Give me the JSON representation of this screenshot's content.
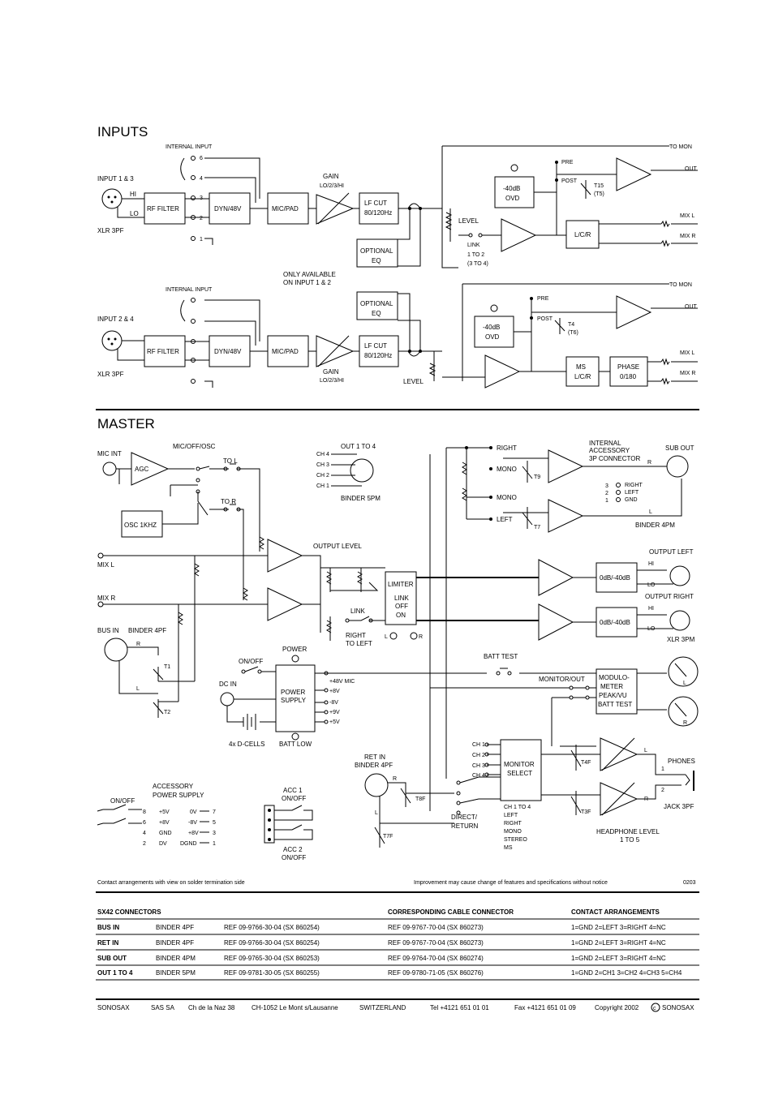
{
  "headings": {
    "inputs": "INPUTS",
    "master": "MASTER"
  },
  "inputs_section": {
    "internal_input_1": "INTERNAL INPUT",
    "internal_input_2": "INTERNAL INPUT",
    "input_1_3": "INPUT 1 & 3",
    "input_2_4": "INPUT 2 & 4",
    "xlr_1": "XLR 3PF",
    "xlr_2": "XLR 3PF",
    "hi": "HI",
    "lo": "LO",
    "pin_6": "6",
    "pin_4": "4",
    "pin_3": "3",
    "pin_2": "2",
    "pin_1": "1",
    "rf_filter": "RF FILTER",
    "dyn_48v": "DYN/48V",
    "mic_pad": "MIC/PAD",
    "gain": "GAIN",
    "gain_range": "LO/2/3/HI",
    "lf_cut": "LF CUT",
    "lf_cut_freq": "80/120Hz",
    "optional": "OPTIONAL",
    "eq": "EQ",
    "only_available": "ONLY AVAILABLE",
    "on_input_1_2": "ON INPUT 1 & 2",
    "level": "LEVEL",
    "link": "LINK",
    "link_1_to_2": "1 TO 2",
    "link_3_to_4": "(3 TO 4)",
    "ovd_db": "-40dB",
    "ovd": "OVD",
    "pre": "PRE",
    "post": "POST",
    "t15": "T15",
    "t5": "(T5)",
    "t4": "T4",
    "t6": "(T6)",
    "to_mon": "TO MON",
    "out": "OUT",
    "mix_l": "MIX L",
    "mix_r": "MIX R",
    "lcr": "L/C/R",
    "ms": "MS",
    "ms_lcr": "L/C/R",
    "phase": "PHASE",
    "phase_val": "0/180"
  },
  "master_section": {
    "mic_int": "MIC INT",
    "agc": "AGC",
    "mic_off_osc": "MIC/OFF/OSC",
    "to_l": "TO L",
    "to_r": "TO R",
    "osc_1khz": "OSC 1KHZ",
    "out_1_to_4": "OUT 1 TO 4",
    "ch4": "CH 4",
    "ch3": "CH 3",
    "ch2": "CH 2",
    "ch1": "CH 1",
    "binder_5pm": "BINDER 5PM",
    "right": "RIGHT",
    "mono": "MONO",
    "left": "LEFT",
    "t9": "T9",
    "t7": "T7",
    "internal_accessory": "INTERNAL",
    "accessory": "ACCESSORY",
    "connector_3p": "3P CONNECTOR",
    "sub_out": "SUB OUT",
    "r": "R",
    "l": "L",
    "pin3_right": "3",
    "pin2_left": "2",
    "pin1_gnd": "1",
    "acc_right": "RIGHT",
    "acc_left": "LEFT",
    "acc_gnd": "GND",
    "binder_4pm": "BINDER 4PM",
    "mix_l": "MIX L",
    "mix_r": "MIX R",
    "output_level": "OUTPUT LEVEL",
    "limiter": "LIMITER",
    "link": "LINK",
    "off": "OFF",
    "on": "ON",
    "limiter_l": "L",
    "limiter_r": "R",
    "link_sw": "LINK",
    "right_to_left_1": "RIGHT",
    "right_to_left_2": "TO LEFT",
    "output_left": "OUTPUT LEFT",
    "output_right": "OUTPUT RIGHT",
    "atten_l": "0dB/-40dB",
    "atten_r": "0dB/-40dB",
    "hi": "HI",
    "lo": "LO",
    "xlr_3pm": "XLR 3PM",
    "bus_in": "BUS IN",
    "binder_4pf": "BINDER 4PF",
    "t1": "T1",
    "t2": "T2",
    "bus_r": "R",
    "bus_l": "L",
    "power": "POWER",
    "on_off": "ON/OFF",
    "dc_in": "DC IN",
    "power_supply_1": "POWER",
    "power_supply_2": "SUPPLY",
    "v48_mic": "+48V MIC",
    "v8p": "+8V",
    "v8n": "-8V",
    "v9": "+9V",
    "v5": "+5V",
    "d_cells": "4x D-CELLS",
    "batt_low": "BATT LOW",
    "batt_test": "BATT TEST",
    "monitor_out": "MONITOR/OUT",
    "modulometer_1": "MODULO-",
    "modulometer_2": "METER",
    "modulometer_3": "PEAK/VU",
    "modulometer_4": "BATT TEST",
    "meter_l": "L",
    "meter_r": "R",
    "mch1": "CH 1",
    "mch2": "CH 2",
    "mch3": "CH 3",
    "mch4": "CH 4",
    "monitor_select_1": "MONITOR",
    "monitor_select_2": "SELECT",
    "ret_in": "RET IN",
    "ret_binder": "BINDER 4PF",
    "t8f": "T8F",
    "t7f": "T7F",
    "ret_r": "R",
    "ret_l": "L",
    "direct_return_1": "DIRECT/",
    "direct_return_2": "RETURN",
    "sel_list": [
      "CH 1 TO 4",
      "LEFT",
      "RIGHT",
      "MONO",
      "STEREO",
      "MS"
    ],
    "t4f": "T4F",
    "t3f": "T3F",
    "phones": "PHONES",
    "ph_l": "L",
    "ph_r": "R",
    "ph_1": "1",
    "ph_2": "2",
    "headphone_level_1": "HEADPHONE LEVEL",
    "headphone_level_2": "1 TO 5",
    "jack_3pf": "JACK 3PF",
    "acc_on_off": "ON/OFF",
    "accessory_ps_1": "ACCESSORY",
    "accessory_ps_2": "POWER SUPPLY",
    "aps_left": [
      "+5V",
      "+8V",
      "GND",
      "DV"
    ],
    "aps_left_pins": [
      "8",
      "6",
      "4",
      "2"
    ],
    "aps_right": [
      "0V",
      "-8V",
      "+8V",
      "DGND"
    ],
    "aps_right_pins": [
      "7",
      "5",
      "3",
      "1"
    ],
    "acc1": "ACC 1",
    "acc1_onoff": "ON/OFF",
    "acc2": "ACC 2",
    "acc2_onoff": "ON/OFF"
  },
  "notes": {
    "contact_note": "Contact arrangements with view on solder termination side",
    "improvement_note": "Improvement may cause change of features and specifications without notice",
    "code": "0203"
  },
  "connector_table": {
    "headers": [
      "SX42 CONNECTORS",
      "CORRESPONDING CABLE CONNECTOR",
      "CONTACT ARRANGEMENTS"
    ],
    "rows": [
      {
        "name": "BUS IN",
        "type": "BINDER 4PF",
        "ref": "REF 09-9766-30-04 (SX 860254)",
        "cable": "REF 09-9767-70-04 (SX 860273)",
        "contacts": "1=GND 2=LEFT 3=RIGHT 4=NC"
      },
      {
        "name": "RET IN",
        "type": "BINDER 4PF",
        "ref": "REF 09-9766-30-04 (SX 860254)",
        "cable": "REF 09-9767-70-04 (SX 860273)",
        "contacts": "1=GND 2=LEFT 3=RIGHT 4=NC"
      },
      {
        "name": "SUB OUT",
        "type": "BINDER 4PM",
        "ref": "REF 09-9765-30-04 (SX 860253)",
        "cable": "REF 09-9764-70-04 (SX 860274)",
        "contacts": "1=GND 2=LEFT 3=RIGHT 4=NC"
      },
      {
        "name": "OUT 1 TO 4",
        "type": "BINDER 5PM",
        "ref": "REF 09-9781-30-05 (SX 860255)",
        "cable": "REF 09-9780-71-05 (SX 860276)",
        "contacts": "1=GND 2=CH1 3=CH2 4=CH3 5=CH4"
      }
    ]
  },
  "footer": {
    "brand": "SONOSAX",
    "company": "SAS SA",
    "street": "Ch de la Naz 38",
    "city": "CH-1052 Le Mont s/Lausanne",
    "country": "SWITZERLAND",
    "tel": "Tel +4121 651 01 01",
    "fax": "Fax +4121 651 01 09",
    "copyright": "Copyright 2002",
    "copyright_brand": "SONOSAX"
  }
}
